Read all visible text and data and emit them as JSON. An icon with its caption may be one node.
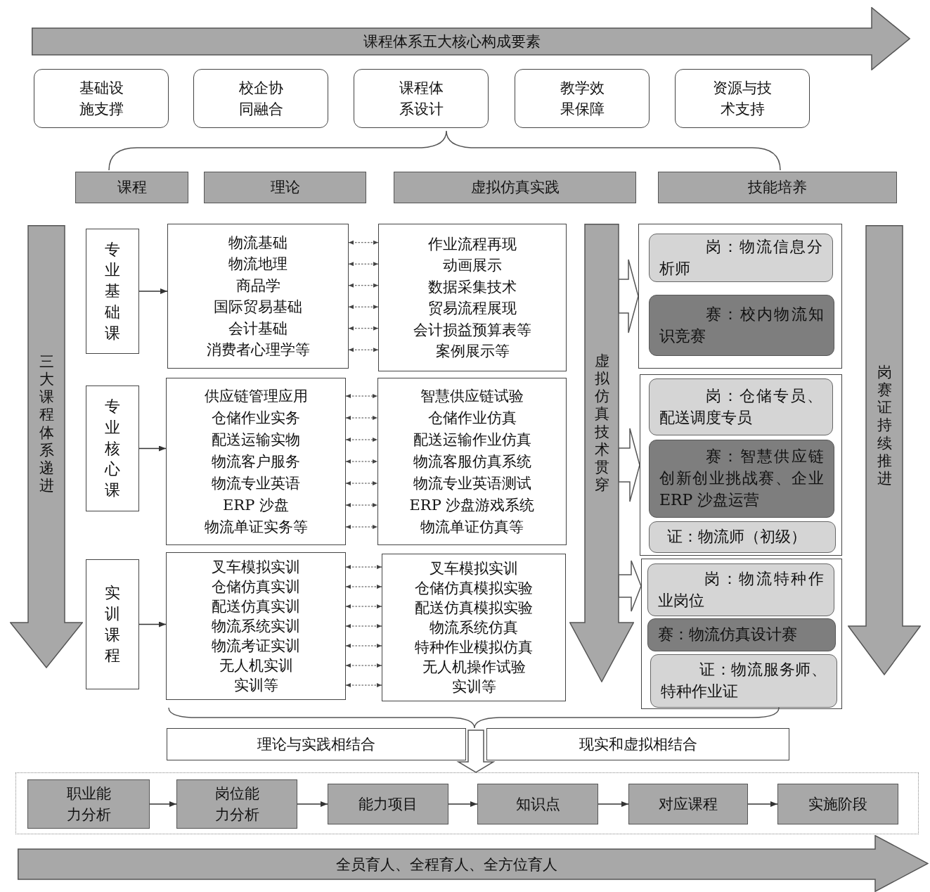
{
  "diagram": {
    "nodes": [
      {
        "text": [
          "课程体系五大核心构成要素"
        ]
      },
      {
        "text": [
          "基础设施支撑"
        ]
      },
      {
        "text": [
          "校企协同融合"
        ]
      },
      {
        "text": [
          "课程体系设计"
        ]
      },
      {
        "text": [
          "教学效果保障"
        ]
      },
      {
        "text": [
          "资源与技术支持"
        ]
      },
      {
        "text": [
          "课程"
        ]
      },
      {
        "text": [
          "理论"
        ]
      },
      {
        "text": [
          "虚拟仿真实践"
        ]
      },
      {
        "text": [
          "技能培养"
        ]
      },
      {
        "text": [
          "三大课程体系递进"
        ]
      },
      {
        "text": [
          "专业基础课"
        ]
      },
      {
        "text": [
          "物流基础",
          "物流地理",
          "商品学",
          "国际贸易基础",
          "会计基础",
          "消费者心理学等"
        ]
      },
      {
        "text": [
          "作业流程再现",
          "动画展示",
          "数据采集技术",
          "贸易流程展现",
          "会计损益预算表等",
          "案例展示等"
        ]
      },
      {
        "text": [
          "专业核心课"
        ]
      },
      {
        "text": [
          "供应链管理应用",
          "仓储作业实务",
          "配送运输实物",
          "物流客户服务",
          "物流专业英语",
          "ERP 沙盘",
          "物流单证实务等"
        ]
      },
      {
        "text": [
          "智慧供应链试验",
          "仓储作业仿真",
          "配送运输作业仿真",
          "物流客服仿真系统",
          "物流专业英语测试",
          "ERP 沙盘游戏系统",
          "物流单证仿真等"
        ]
      },
      {
        "text": [
          "实训课程"
        ]
      },
      {
        "text": [
          "叉车模拟实训",
          "仓储仿真实训",
          "配送仿真实训",
          "物流系统实训",
          "物流考证实训",
          "无人机实训",
          "实训等"
        ]
      },
      {
        "text": [
          "叉车模拟实训",
          "仓储仿真模拟实验",
          "配送仿真模拟实验",
          "物流系统仿真",
          "特种作业模拟仿真",
          "无人机操作试验",
          "实训等"
        ]
      },
      {
        "text": [
          "虚拟仿真技术贯穿"
        ]
      },
      {
        "text": [],
        "shape": "box"
      },
      {
        "text": [
          "岗：物流信息分析师"
        ],
        "in": 21
      },
      {
        "text": [
          "赛：校内物流知识竞赛"
        ],
        "in": 21
      },
      {
        "text": [],
        "shape": "box"
      },
      {
        "text": [
          "岗：仓储专员、配送调度专员"
        ],
        "in": 24
      },
      {
        "text": [
          "赛：智慧供应链创新创业挑战赛、企业 ERP 沙盘运营"
        ],
        "in": 24
      },
      {
        "text": [
          "证：物流师（初级）"
        ],
        "in": 24
      },
      {
        "text": [],
        "shape": "box"
      },
      {
        "text": [
          "岗：物流特种作业岗位"
        ],
        "in": 28
      },
      {
        "text": [
          "赛：物流仿真设计赛"
        ],
        "in": 28
      },
      {
        "text": [
          "证：物流服务师、特种作业证"
        ],
        "in": 28
      },
      {
        "text": [
          "岗赛证持续推进"
        ]
      },
      {
        "text": [
          "理论与实践相结合"
        ]
      },
      {
        "text": [
          "现实和虚拟相结合"
        ]
      },
      {
        "text": [],
        "shape": "box"
      },
      {
        "text": [
          "职业能力分析"
        ],
        "in": 35
      },
      {
        "text": [
          "岗位能力分析"
        ],
        "in": 35
      },
      {
        "text": [
          "能力项目"
        ],
        "in": 35
      },
      {
        "text": [
          "知识点"
        ],
        "in": 35
      },
      {
        "text": [
          "对应课程"
        ],
        "in": 35
      },
      {
        "text": [
          "实施阶段"
        ],
        "in": 35
      },
      {
        "text": [
          "全员育人、全程育人、全方位育人"
        ]
      }
    ],
    "edges": [
      {
        "from": 11,
        "to": 12,
        "arrow": "to"
      },
      {
        "from": 12,
        "to": 13,
        "arrow": "both",
        "style": "dashed"
      },
      {
        "from": 12,
        "to": 13,
        "arrow": "both",
        "style": "dashed"
      },
      {
        "from": 12,
        "to": 13,
        "arrow": "both",
        "style": "dashed"
      },
      {
        "from": 12,
        "to": 13,
        "arrow": "both",
        "style": "dashed"
      },
      {
        "from": 12,
        "to": 13,
        "arrow": "both",
        "style": "dashed"
      },
      {
        "from": 12,
        "to": 13,
        "arrow": "both",
        "style": "dashed"
      },
      {
        "from": 14,
        "to": 15,
        "arrow": "to"
      },
      {
        "from": 15,
        "to": 16,
        "arrow": "both",
        "style": "dashed"
      },
      {
        "from": 15,
        "to": 16,
        "arrow": "both",
        "style": "dashed"
      },
      {
        "from": 15,
        "to": 16,
        "arrow": "both",
        "style": "dashed"
      },
      {
        "from": 15,
        "to": 16,
        "arrow": "both",
        "style": "dashed"
      },
      {
        "from": 15,
        "to": 16,
        "arrow": "both",
        "style": "dashed"
      },
      {
        "from": 15,
        "to": 16,
        "arrow": "both",
        "style": "dashed"
      },
      {
        "from": 15,
        "to": 16,
        "arrow": "both",
        "style": "dashed"
      },
      {
        "from": 17,
        "to": 18,
        "arrow": "to"
      },
      {
        "from": 18,
        "to": 19,
        "arrow": "both",
        "style": "dashed"
      },
      {
        "from": 18,
        "to": 19,
        "arrow": "both",
        "style": "dashed"
      },
      {
        "from": 18,
        "to": 19,
        "arrow": "both",
        "style": "dashed"
      },
      {
        "from": 18,
        "to": 19,
        "arrow": "both",
        "style": "dashed"
      },
      {
        "from": 18,
        "to": 19,
        "arrow": "both",
        "style": "dashed"
      },
      {
        "from": 18,
        "to": 19,
        "arrow": "both",
        "style": "dashed"
      },
      {
        "from": 18,
        "to": 19,
        "arrow": "both",
        "style": "dashed"
      },
      {
        "from": 20,
        "to": 21,
        "arrow": "to",
        "style": "thick"
      },
      {
        "from": 20,
        "to": 24,
        "arrow": "to",
        "style": "thick"
      },
      {
        "from": 20,
        "to": 28,
        "arrow": "to",
        "style": "thick"
      },
      {
        "from": null,
        "to": 35,
        "arrow": "to",
        "style": "thick"
      },
      {
        "from": 36,
        "to": 37,
        "arrow": "to"
      },
      {
        "from": 37,
        "to": 38,
        "arrow": "to"
      },
      {
        "from": 38,
        "to": 39,
        "arrow": "to"
      },
      {
        "from": 39,
        "to": 40,
        "arrow": "to"
      },
      {
        "from": 40,
        "to": 41,
        "arrow": "to"
      }
    ]
  }
}
